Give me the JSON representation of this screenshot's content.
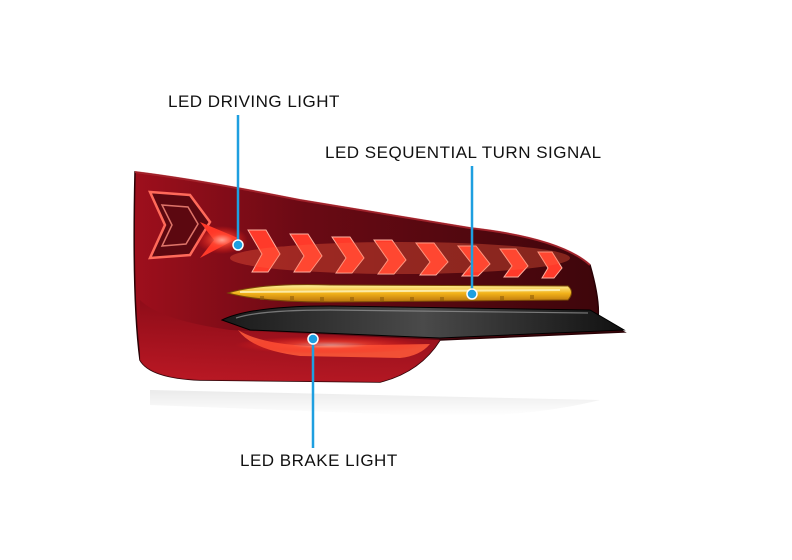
{
  "callouts": {
    "driving": "LED DRIVING LIGHT",
    "turn": "LED SEQUENTIAL TURN SIGNAL",
    "brake": "LED BRAKE LIGHT"
  },
  "colors": {
    "callout_line": "#1e9fe0",
    "lens_dark_red": "#5a0a10",
    "lens_red": "#b0121e",
    "led_red": "#ff3a2a",
    "turn_amber": "#f2b21a"
  }
}
